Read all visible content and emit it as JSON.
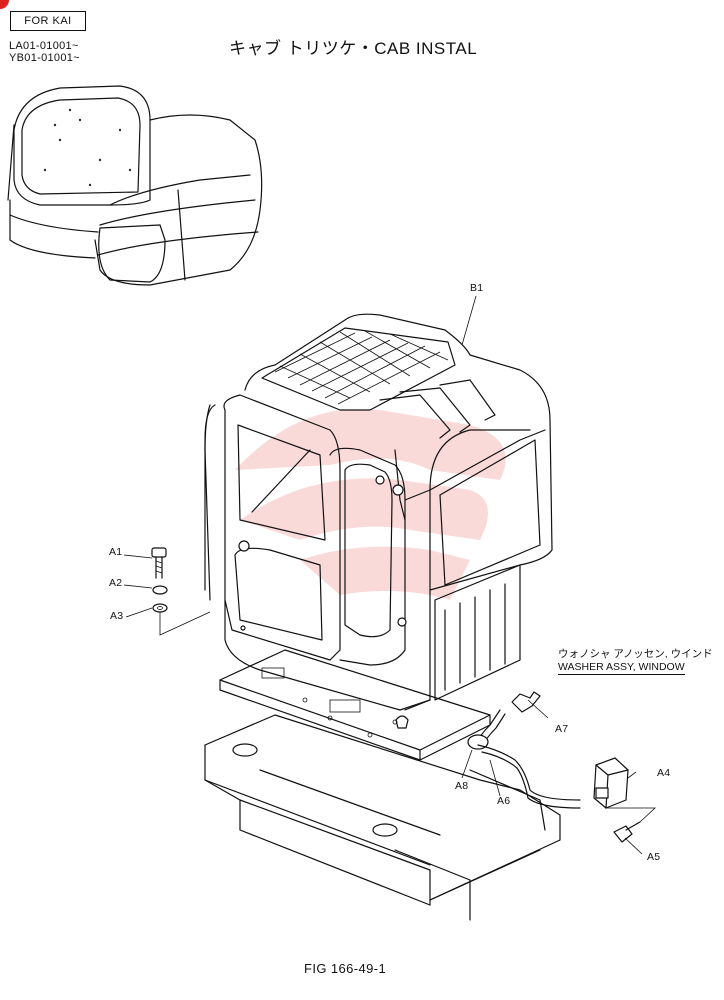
{
  "header": {
    "variant_tag": "FOR KAI",
    "serials": [
      "LA01-01001~",
      "YB01-01001~"
    ],
    "title": "キャブ トリツケ・CAB INSTAL"
  },
  "callouts": {
    "b1": "B1",
    "a1": "A1",
    "a2": "A2",
    "a3": "A3",
    "a4": "A4",
    "a5": "A5",
    "a6": "A6",
    "a7": "A7",
    "a8": "A8"
  },
  "note": {
    "jp": "ウォノシャ アノッセン, ウインド",
    "en": "WASHER ASSY, WINDOW"
  },
  "footer": {
    "figure_number": "FIG 166-49-1"
  },
  "colors": {
    "ink": "#111111",
    "watermark": "#e0201b",
    "background": "#ffffff"
  }
}
